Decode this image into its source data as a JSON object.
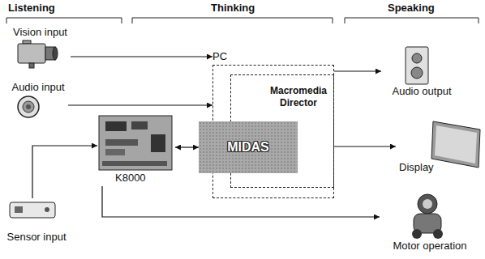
{
  "diagram": {
    "nodes": [
      {
        "text": [
          "Vision input"
        ]
      },
      {
        "text": [
          "Audio input"
        ]
      },
      {
        "text": [
          "Sensor input"
        ]
      },
      {
        "text": [
          "K8000"
        ]
      },
      {
        "text": [
          "PC"
        ]
      },
      {
        "text": [
          "Macromedia Director"
        ],
        "in": 4
      },
      {
        "text": [
          "MIDAS"
        ],
        "in": 4
      },
      {
        "text": [
          "Audio output"
        ]
      },
      {
        "text": [
          "Display"
        ]
      },
      {
        "text": [
          "Motor operation"
        ]
      }
    ],
    "edges": [
      {
        "from": 0,
        "to": 4,
        "arrow": "to"
      },
      {
        "from": 1,
        "to": 4,
        "arrow": "to"
      },
      {
        "from": 2,
        "to": 3,
        "arrow": "to"
      },
      {
        "from": 3,
        "to": 6,
        "arrow": "both"
      },
      {
        "from": 4,
        "to": 7,
        "arrow": "to"
      },
      {
        "from": 4,
        "to": 8,
        "arrow": "to"
      },
      {
        "from": 3,
        "to": 9,
        "arrow": "to"
      }
    ],
    "labels": [
      "Listening",
      "Thinking",
      "Speaking"
    ]
  }
}
